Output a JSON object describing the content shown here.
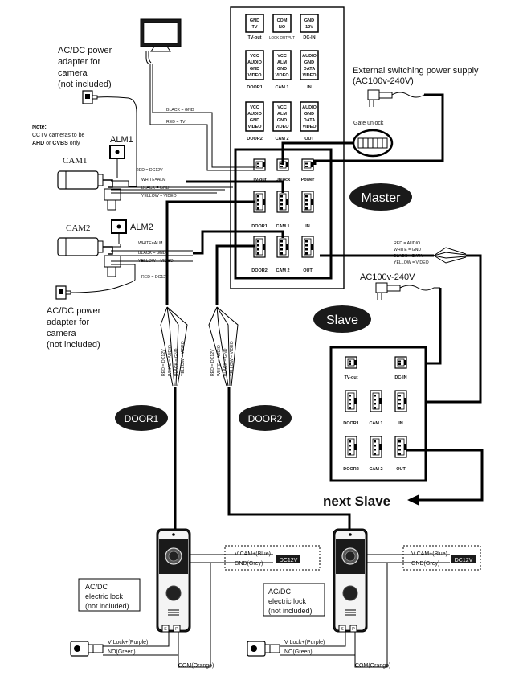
{
  "monitor": {
    "top_labels": [
      [
        "GND",
        "TV"
      ],
      [
        "COM",
        "NO"
      ],
      [
        "GND",
        "12V"
      ]
    ],
    "top_captions": [
      "TV-out",
      "LOCK OUTPUT",
      "DC-IN"
    ],
    "mid_labels": [
      [
        "VCC",
        "AUDIO",
        "GND",
        "VIDEO"
      ],
      [
        "VCC",
        "ALM",
        "GND",
        "VIDEO"
      ],
      [
        "AUDIO",
        "GND",
        "DATA",
        "VIDEO"
      ]
    ],
    "mid_captions": [
      "DOOR1",
      "CAM 1",
      "IN"
    ],
    "low_labels": [
      [
        "VCC",
        "AUDIO",
        "GND",
        "VIDEO"
      ],
      [
        "VCC",
        "ALM",
        "GND",
        "VIDEO"
      ],
      [
        "AUDIO",
        "GND",
        "DATA",
        "VIDEO"
      ]
    ],
    "low_captions": [
      "DOOR2",
      "CAM 2",
      "OUT"
    ]
  },
  "master_ports": {
    "row1": [
      "TV-out",
      "Unlock",
      "Power"
    ],
    "row2": [
      "DOOR1",
      "CAM 1",
      "IN"
    ],
    "row3": [
      "DOOR2",
      "CAM 2",
      "OUT"
    ]
  },
  "slave_ports": {
    "row1": [
      "TV-out",
      "DC-IN"
    ],
    "row2": [
      "DOOR1",
      "CAM 1",
      "IN"
    ],
    "row3": [
      "DOOR2",
      "CAM 2",
      "OUT"
    ]
  },
  "labels": {
    "master": "Master",
    "slave": "Slave",
    "door1": "DOOR1",
    "door2": "DOOR2",
    "next_slave": "next  Slave",
    "ext_power": [
      "External switching power supply",
      "(AC100v-240V)"
    ],
    "gate_unlock": "Gate unlock",
    "ac_slave": "AC100v-240V",
    "adapter_top": [
      "AC/DC power",
      "adapter for",
      "camera",
      "(not included)"
    ],
    "adapter_bottom": [
      "AC/DC power",
      "adapter for",
      "camera",
      "(not included)"
    ],
    "note_title": "Note:",
    "note_line1": "CCTV cameras to be",
    "note_line2_pre": "AHD",
    "note_line2_mid": " or ",
    "note_line2_post": "CVBS",
    "note_line2_end": " only",
    "cam1": "CAM1",
    "cam2": "CAM2",
    "alm1": "ALM1",
    "alm2": "ALM2",
    "tv_wires": [
      "BLACK = GND",
      "RED = TV"
    ],
    "cam1_wires": [
      "RED = DC12V",
      "WHITE=ALM",
      "BLACK = GND",
      "YELLOW = VIDEO"
    ],
    "cam2_wires": [
      "WHITE=ALM",
      "BLACK = GND",
      "YELLOW = VIDEO",
      "RED = DC12V"
    ],
    "out_wires": [
      "RED = AUDIO",
      "WHITE = GND",
      "BLACK = DATA",
      "YELLOW = VIDEO"
    ],
    "door_wires": [
      "RED = DC12V",
      "WHITE = AUDIO",
      "BLACK = GND",
      "YELLOW = VIDEO"
    ],
    "lock_box": [
      "AC/DC",
      "electric lock",
      "(not included)"
    ],
    "vcam": "V CAM+(Blue)",
    "gnd_grey": "GND(Grey)",
    "dc12v": "DC12V",
    "vlock": "V Lock+(Purple)",
    "no_green": "NO(Green)",
    "com_orange": "COM(Orange)",
    "term_s": "S",
    "term_p": "P"
  }
}
